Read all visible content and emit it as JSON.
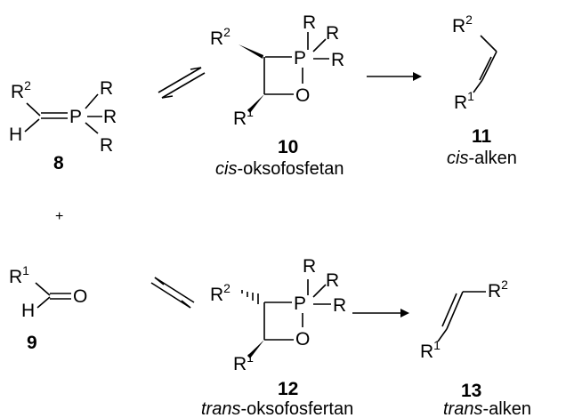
{
  "compounds": {
    "c8": {
      "number": "8",
      "r2": "R",
      "r2_sup": "2",
      "p": "P",
      "h": "H",
      "r_a": "R",
      "r_b": "R",
      "r_c": "R"
    },
    "c9": {
      "number": "9",
      "r1": "R",
      "r1_sup": "1",
      "h": "H",
      "o": "O"
    },
    "c10": {
      "number": "10",
      "r2": "R",
      "r2_sup": "2",
      "r1": "R",
      "r1_sup": "1",
      "p": "P",
      "o": "O",
      "r_a": "R",
      "r_b": "R",
      "r_c": "R",
      "caption_italic": "cis",
      "caption_rest": "-oksofosfetan"
    },
    "c11": {
      "number": "11",
      "r2": "R",
      "r2_sup": "2",
      "r1": "R",
      "r1_sup": "1",
      "caption_italic": "cis",
      "caption_rest": "-alken"
    },
    "c12": {
      "number": "12",
      "r2": "R",
      "r2_sup": "2",
      "r1": "R",
      "r1_sup": "1",
      "p": "P",
      "o": "O",
      "r_a": "R",
      "r_b": "R",
      "r_c": "R",
      "caption_italic": "trans",
      "caption_rest": "-oksofosfertan"
    },
    "c13": {
      "number": "13",
      "r2": "R",
      "r2_sup": "2",
      "r1": "R",
      "r1_sup": "1",
      "caption_italic": "trans",
      "caption_rest": "-alken"
    }
  },
  "operators": {
    "plus": "+"
  }
}
